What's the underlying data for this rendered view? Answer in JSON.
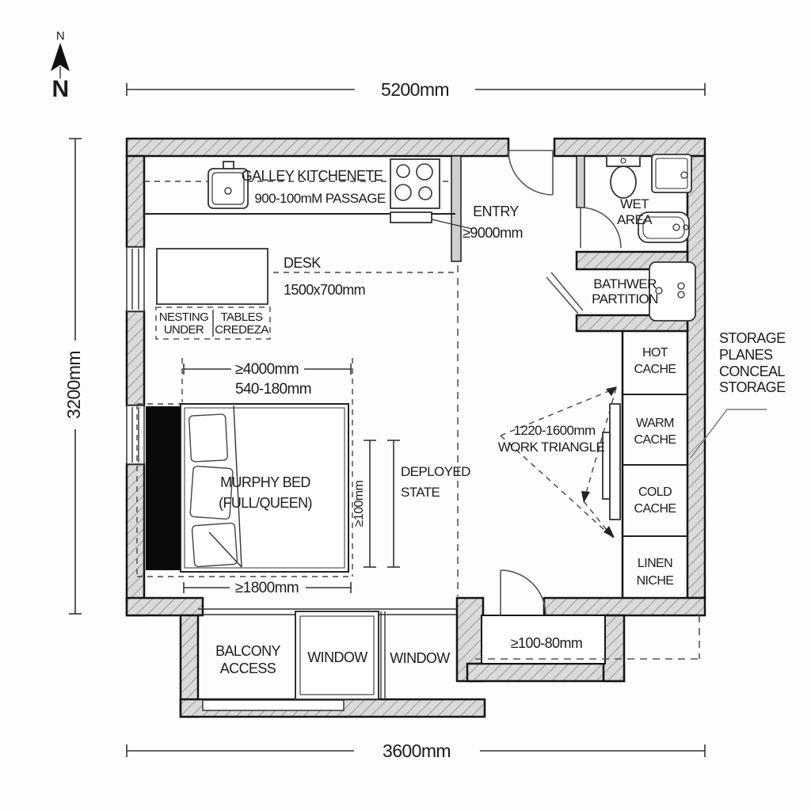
{
  "north": {
    "small": "N",
    "large": "N"
  },
  "dimensions": {
    "top": "5200mm",
    "left": "3200mm",
    "bottom": "3600mm",
    "bed_width": "≥4000mm",
    "bed_offset": "540-180mm",
    "bed_length": "≥1800mm",
    "bed_clearance": "≥100mm",
    "entry": "≥9000mm",
    "alcove": "≥100-80mm",
    "work_triangle": "1220-1600mm"
  },
  "labels": {
    "kitchen_title": "GALLEY KITCHENETE",
    "kitchen_passage": "900-100mM PASSAGE",
    "entry": "ENTRY",
    "wet1": "WET",
    "wet2": "AREA",
    "bath1": "BATHWER",
    "bath2": "PARTITION",
    "desk": "DESK",
    "desk_size": "1500x700mm",
    "nesting1": "NESTING",
    "nesting2": "UNDER",
    "tables1": "TABLES",
    "tables2": "CREDEZA",
    "bed1": "MURPHY BED",
    "bed2": "(FULL/QUEEN)",
    "deployed1": "DEPLOYED",
    "deployed2": "STATE",
    "work_triangle": "WORK TRIANGLE",
    "balcony1": "BALCONY",
    "balcony2": "ACCESS",
    "window1": "WINDOW",
    "window2": "WINDOW"
  },
  "caches": [
    {
      "line1": "HOT",
      "line2": "CACHE"
    },
    {
      "line1": "WARM",
      "line2": "CACHE"
    },
    {
      "line1": "COLD",
      "line2": "CACHE"
    },
    {
      "line1": "LINEN",
      "line2": "NICHE"
    }
  ],
  "storage_note": {
    "line1": "STORAGE",
    "line2": "PLANES",
    "line3": "CONCEAL",
    "line4": "STORAGE"
  },
  "colors": {
    "wall_fill": "#dadada",
    "hatch_line": "#909090",
    "outline": "#141414",
    "dash": "#555555",
    "cabinet": "#0a0a0a"
  }
}
